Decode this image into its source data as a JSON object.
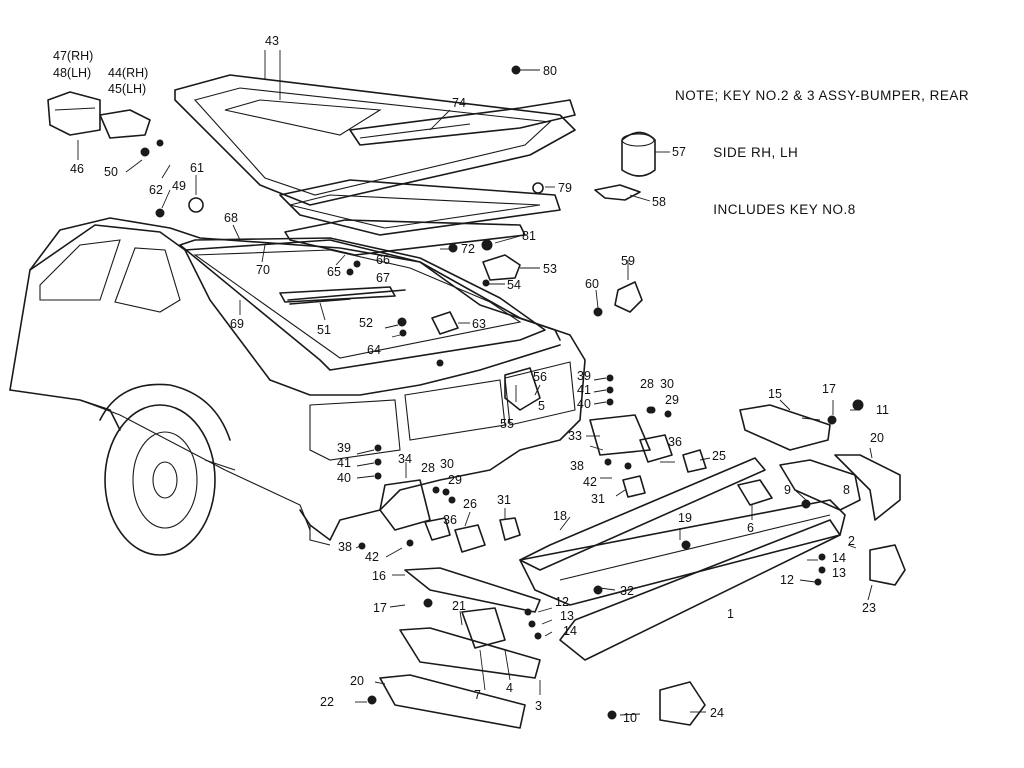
{
  "note": {
    "line1": "NOTE; KEY NO.2 & 3 ASSY-BUMPER, REAR",
    "line2": "         SIDE RH, LH",
    "line3": "         INCLUDES KEY NO.8"
  },
  "labels": {
    "rh47": "47(RH)",
    "lh48": "48(LH)",
    "rh44": "44(RH)",
    "lh45": "45(LH)",
    "n1": "1",
    "n2": "2",
    "n3": "3",
    "n4": "4",
    "n5": "5",
    "n6": "6",
    "n7": "7",
    "n8": "8",
    "n9": "9",
    "n10": "10",
    "n11": "11",
    "n12": "12",
    "n12b": "12",
    "n13": "13",
    "n13b": "13",
    "n14": "14",
    "n14b": "14",
    "n15": "15",
    "n16": "16",
    "n17": "17",
    "n17b": "17",
    "n18": "18",
    "n19": "19",
    "n20": "20",
    "n20b": "20",
    "n21": "21",
    "n22": "22",
    "n23": "23",
    "n24": "24",
    "n25": "25",
    "n26": "26",
    "n28": "28",
    "n28b": "28",
    "n29": "29",
    "n29b": "29",
    "n30": "30",
    "n30b": "30",
    "n31": "31",
    "n31b": "31",
    "n32": "32",
    "n33": "33",
    "n34": "34",
    "n36": "36",
    "n36b": "36",
    "n38": "38",
    "n38b": "38",
    "n39": "39",
    "n39b": "39",
    "n40": "40",
    "n40b": "40",
    "n41": "41",
    "n41b": "41",
    "n42": "42",
    "n42b": "42",
    "n43": "43",
    "n46": "46",
    "n49": "49",
    "n50": "50",
    "n51": "51",
    "n52": "52",
    "n53": "53",
    "n54": "54",
    "n55": "55",
    "n56": "56",
    "n57": "57",
    "n58": "58",
    "n59": "59",
    "n60": "60",
    "n61": "61",
    "n62": "62",
    "n63": "63",
    "n64": "64",
    "n65": "65",
    "n66": "66",
    "n67": "67",
    "n68": "68",
    "n69": "69",
    "n70": "70",
    "n72": "72",
    "n74": "74",
    "n79": "79",
    "n80": "80",
    "n81": "81"
  }
}
